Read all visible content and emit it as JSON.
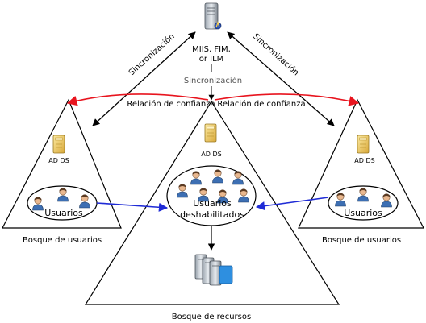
{
  "server": {
    "label_line1": "MIIS, FIM,",
    "label_line2": "or ILM",
    "sync_label": "Sincronización"
  },
  "sync_left_label": "Sincronización",
  "sync_right_label": "Sincronización",
  "trust_left_label": "Relación de confianza",
  "trust_right_label": "Relación de confianza",
  "left_forest": {
    "ad_label": "AD DS",
    "users_label": "Usuarios",
    "forest_label": "Bosque de usuarios"
  },
  "right_forest": {
    "ad_label": "AD DS",
    "users_label": "Usuarios",
    "forest_label": "Bosque de usuarios"
  },
  "resource_forest": {
    "ad_label": "AD DS",
    "disabled_users_line1": "Usuarios",
    "disabled_users_line2": "deshabilitados",
    "forest_label": "Bosque de recursos"
  },
  "colors": {
    "trust_arrow": "#e8141e",
    "user_link_arrow": "#1f2bd6",
    "sync_arrow": "#000000"
  }
}
